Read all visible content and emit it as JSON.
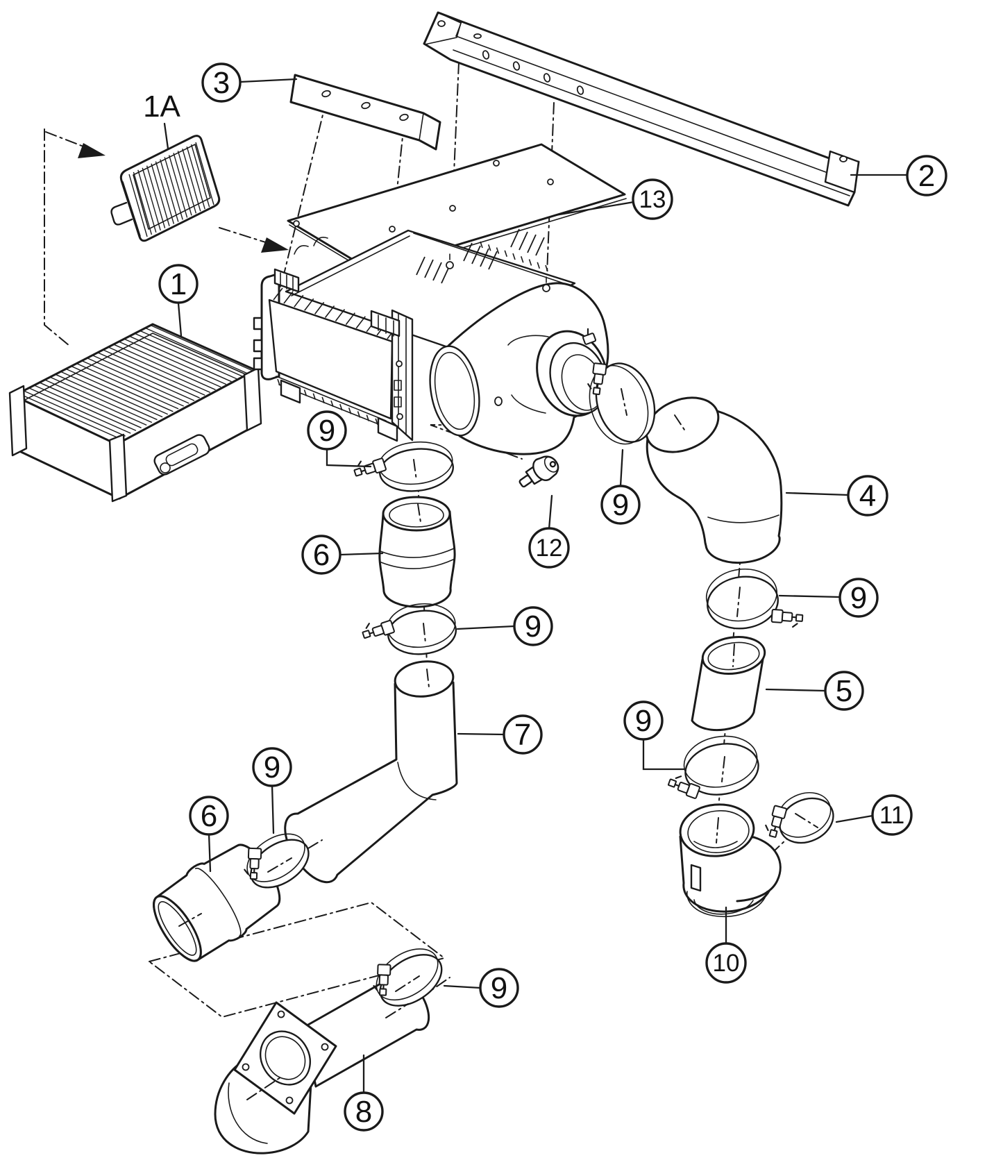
{
  "colors": {
    "line": "#1a1a1a",
    "background": "#ffffff"
  },
  "callouts": [
    {
      "label": "1A",
      "part": "air-filter-panel"
    },
    {
      "label": "3",
      "part": "mounting-strip-bracket"
    },
    {
      "label": "2",
      "part": "long-angle-rail"
    },
    {
      "label": "13",
      "part": "cover-plate"
    },
    {
      "label": "1",
      "part": "main-filter-element"
    },
    {
      "label": "9",
      "part": "hose-clamp"
    },
    {
      "label": "9",
      "part": "hose-clamp"
    },
    {
      "label": "4",
      "part": "elbow-duct"
    },
    {
      "label": "12",
      "part": "service-indicator-valve"
    },
    {
      "label": "6",
      "part": "hose-connector"
    },
    {
      "label": "9",
      "part": "hose-clamp"
    },
    {
      "label": "9",
      "part": "hose-clamp"
    },
    {
      "label": "5",
      "part": "straight-hose"
    },
    {
      "label": "9",
      "part": "hose-clamp"
    },
    {
      "label": "7",
      "part": "bent-intake-pipe"
    },
    {
      "label": "9",
      "part": "hose-clamp"
    },
    {
      "label": "6",
      "part": "hose-connector"
    },
    {
      "label": "11",
      "part": "hose-clamp"
    },
    {
      "label": "10",
      "part": "elbow-outlet-cup"
    },
    {
      "label": "9",
      "part": "hose-clamp"
    },
    {
      "label": "8",
      "part": "flanged-outlet-elbow"
    }
  ]
}
